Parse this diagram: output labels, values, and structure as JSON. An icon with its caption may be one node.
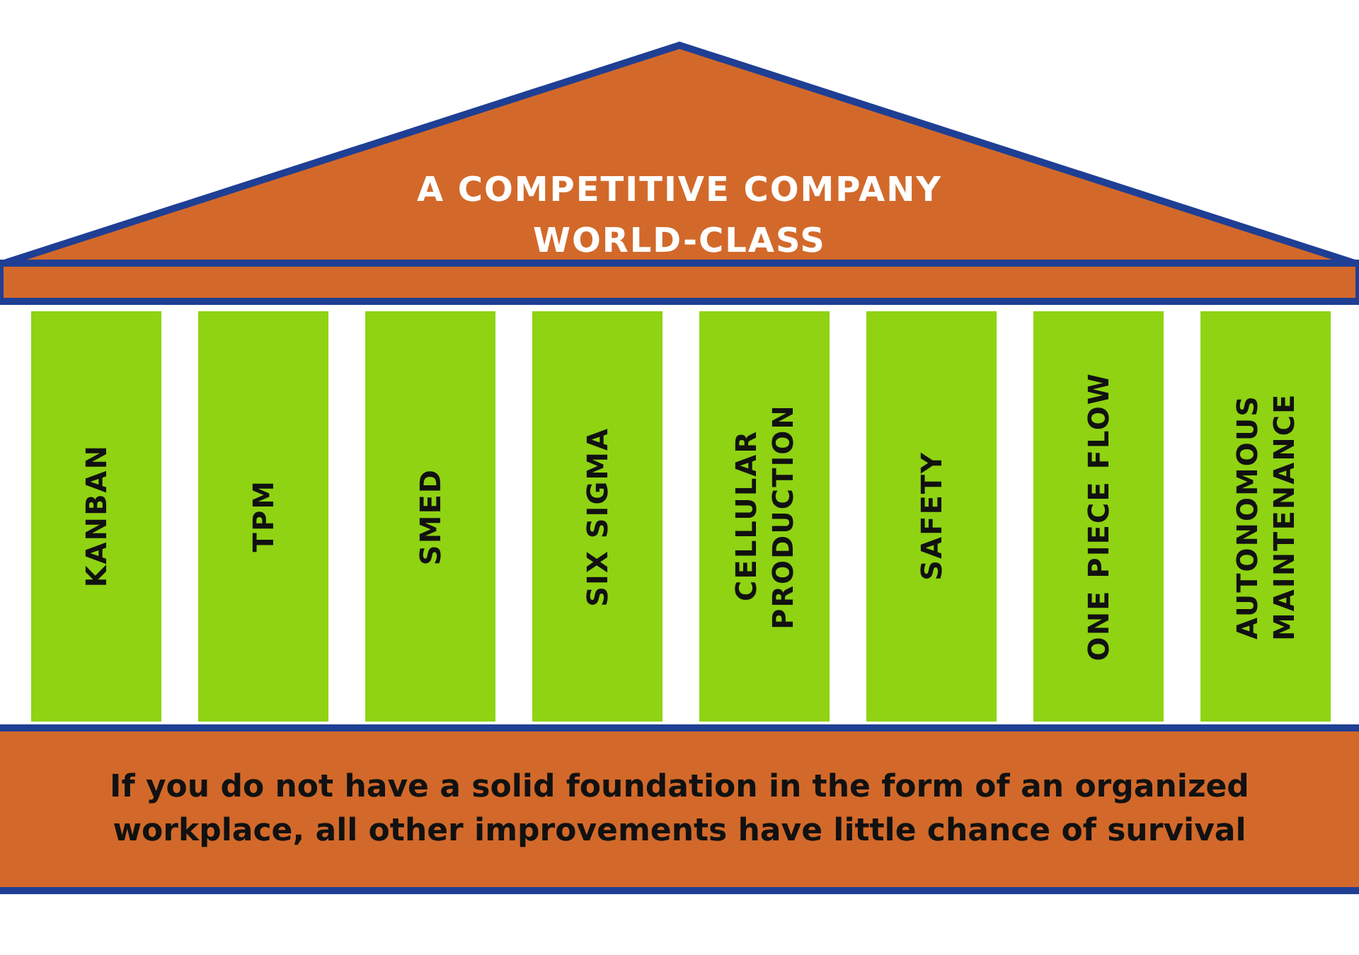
{
  "diagram": {
    "nodes": [
      {
        "text": [
          "A COMPETITIVE COMPANY WORLD-CLASS"
        ]
      },
      {
        "text": [
          "KANBAN"
        ]
      },
      {
        "text": [
          "TPM"
        ]
      },
      {
        "text": [
          "SMED"
        ]
      },
      {
        "text": [
          "SIX SIGMA"
        ]
      },
      {
        "text": [
          "CELLULAR PRODUCTION"
        ]
      },
      {
        "text": [
          "SAFETY"
        ]
      },
      {
        "text": [
          "ONE PIECE FLOW"
        ]
      },
      {
        "text": [
          "AUTONOMOUS MAINTENANCE"
        ]
      },
      {
        "text": [
          "If you do not have a solid foundation in the form of an organized workplace, all other improvements have little chance of survival"
        ]
      }
    ],
    "edges": []
  }
}
